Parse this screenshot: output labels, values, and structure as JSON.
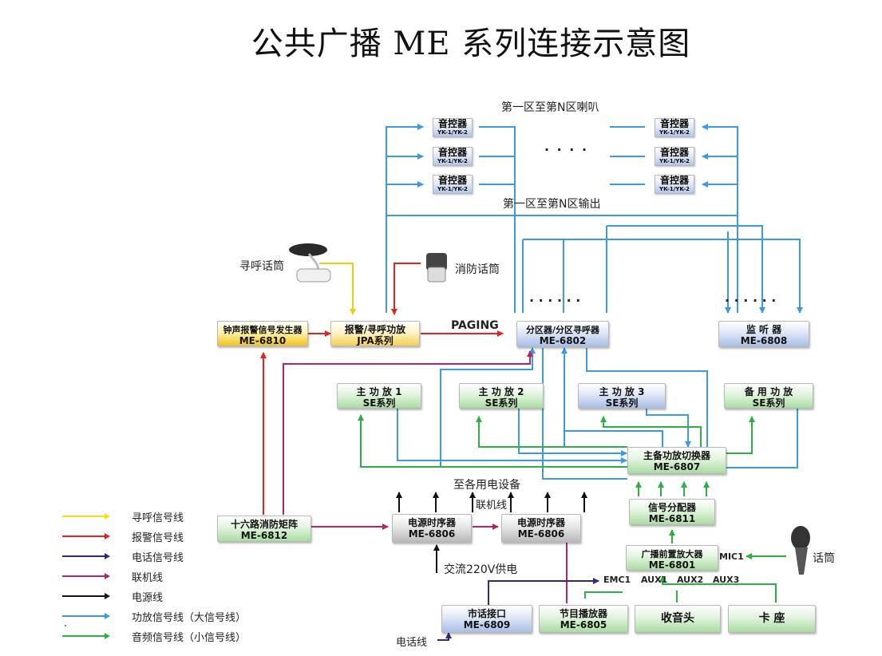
{
  "title": "公共广播 ME 系列连接示意图",
  "speaker_zone_label": "第一区至第N区喇叭",
  "output_zone_label": "第一区至第N区输出",
  "volume_controls": {
    "name": "音控器",
    "model": "YK-1/YK-2",
    "middle_dots": "· · · ·"
  },
  "devices": {
    "chime": {
      "name": "钟声报警信号发生器",
      "model": "ME-6810"
    },
    "jpa": {
      "name": "报警/寻呼功放",
      "model": "JPA系列"
    },
    "zoner": {
      "name": "分区器/分区寻呼器",
      "model": "ME-6802"
    },
    "monitor": {
      "name": "监 听 器",
      "model": "ME-6808"
    },
    "amp1": {
      "name": "主 功 放 1",
      "model": "SE系列"
    },
    "amp2": {
      "name": "主 功 放 2",
      "model": "SE系列"
    },
    "amp3": {
      "name": "主 功 放 3",
      "model": "SE系列"
    },
    "amp_backup": {
      "name": "备 用 功 放",
      "model": "SE系列"
    },
    "switcher": {
      "name": "主备功放切换器",
      "model": "ME-6807"
    },
    "splitter": {
      "name": "信号分配器",
      "model": "ME-6811"
    },
    "preamp": {
      "name": "广播前置放大器",
      "model": "ME-6801"
    },
    "fire_matrix": {
      "name": "十六路消防矩阵",
      "model": "ME-6812"
    },
    "seq1": {
      "name": "电源时序器",
      "model": "ME-6806"
    },
    "seq2": {
      "name": "电源时序器",
      "model": "ME-6806"
    },
    "phone": {
      "name": "市话接口",
      "model": "ME-6809"
    },
    "player": {
      "name": "节目播放器",
      "model": "ME-6805"
    },
    "tuner": {
      "name": "收音头"
    },
    "deck": {
      "name": "卡  座"
    }
  },
  "labels": {
    "paging_mic": "寻呼话筒",
    "fire_mic": "消防话筒",
    "paging": "PAGING",
    "to_equipment": "至各用电设备",
    "link": "联机线",
    "ac_power": "交流220V供电",
    "phone_line": "电话线",
    "mic": "话筒",
    "mic1": "MIC1",
    "emc1": "EMC1",
    "aux1": "AUX1",
    "aux2": "AUX2",
    "aux3": "AUX3",
    "dots_left": "· · ·  · · ·",
    "dots_right": "· · ·  · · ·"
  },
  "legend": [
    {
      "label": "寻呼信号线",
      "color": "#f5e10a"
    },
    {
      "label": "报警信号线",
      "color": "#e5221d"
    },
    {
      "label": "电话信号线",
      "color": "#35287a"
    },
    {
      "label": "联机线",
      "color": "#b5256e"
    },
    {
      "label": "电源线",
      "color": "#111111"
    },
    {
      "label": "功放信号线（大信号线）",
      "color": "#3a9ae6"
    },
    {
      "label": "音频信号线（小信号线）",
      "color": "#2fb044"
    }
  ]
}
